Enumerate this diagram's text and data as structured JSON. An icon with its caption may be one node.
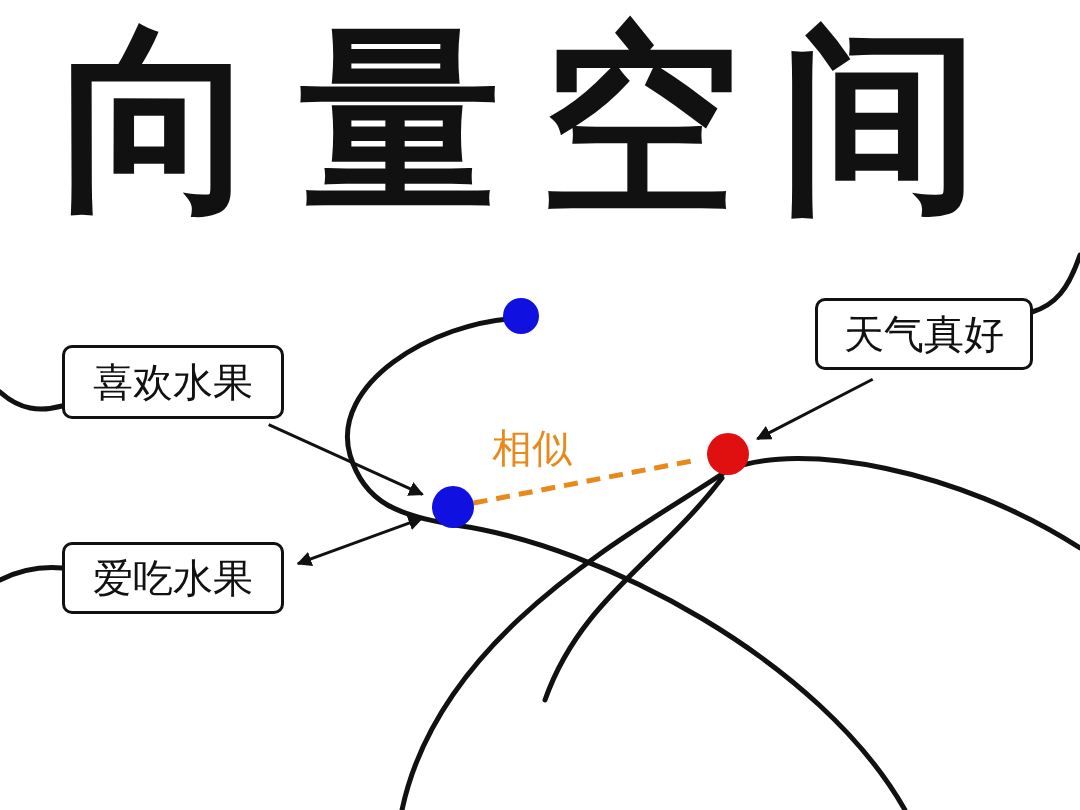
{
  "diagram": {
    "title": "向量空间",
    "nodes": [
      {
        "text": [
          "喜欢水果"
        ]
      },
      {
        "text": [
          "爱吃水果"
        ]
      },
      {
        "text": [
          "天气真好"
        ]
      },
      {
        "text": [],
        "shape": "circle"
      },
      {
        "text": [],
        "shape": "circle"
      },
      {
        "text": [],
        "shape": "circle"
      }
    ],
    "edges": [
      {
        "from": 0,
        "to": 4,
        "arrow": "to"
      },
      {
        "from": 1,
        "to": 4,
        "arrow": "both"
      },
      {
        "from": 2,
        "to": 5,
        "arrow": "to"
      },
      {
        "from": 4,
        "to": 5,
        "arrow": "none",
        "label": "相似",
        "style": "dashed",
        "color": "#e8891c"
      }
    ]
  }
}
